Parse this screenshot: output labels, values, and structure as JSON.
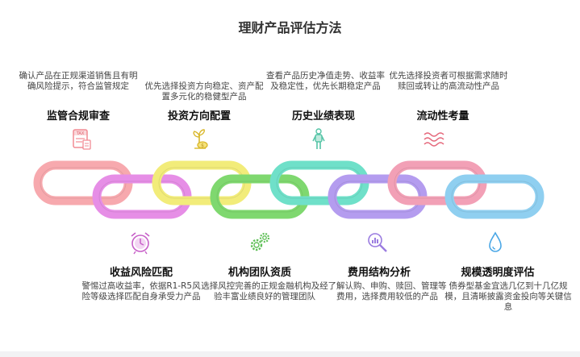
{
  "title": "理财产品评估方法",
  "top_items": [
    {
      "heading": "监管合规审查",
      "desc": "确认产品在正规渠道销售且有明确风险提示，符合监管规定",
      "icon": "tax-document-icon",
      "color": "#f28b94"
    },
    {
      "heading": "投资方向配置",
      "desc": "优先选择投资方向稳定、资产配置多元化的稳健型产品",
      "icon": "money-plant-icon",
      "color": "#e8d23a"
    },
    {
      "heading": "历史业绩表现",
      "desc": "查看产品历史净值走势、收益率及稳定性，优先长期稳定产品",
      "icon": "person-figure-icon",
      "color": "#53c3a5"
    },
    {
      "heading": "流动性考量",
      "desc": "优先选择投资者可根据需求随时赎回或转让的高流动性产品",
      "icon": "waves-icon",
      "color": "#e5697c"
    }
  ],
  "bottom_items": [
    {
      "heading": "收益风险匹配",
      "desc": "警惕过高收益率，依据R1-R5风险等级选择匹配自身承受力产品",
      "icon": "alarm-clock-icon",
      "color": "#c75fc8"
    },
    {
      "heading": "机构团队资质",
      "desc": "选择风控完善的正规金融机构及经验丰富业绩良好的管理团队",
      "icon": "gears-icon",
      "color": "#5fbf57"
    },
    {
      "heading": "费用结构分析",
      "desc": "了解认购、申购、赎回、管理等费用，选择费用较低的产品",
      "icon": "magnifier-chart-icon",
      "color": "#9a7be0"
    },
    {
      "heading": "规模透明度评估",
      "desc": "债券型基金宜选几亿到十几亿规模，且清晰披露资金投向等关键信息",
      "icon": "droplet-icon",
      "color": "#4aa7e6"
    }
  ],
  "chain_colors": [
    "#f7a9ae",
    "#e68ee6",
    "#f2ec7a",
    "#7fd86f",
    "#6fe0c9",
    "#b49cef",
    "#f2a0b6",
    "#8fcff0"
  ]
}
